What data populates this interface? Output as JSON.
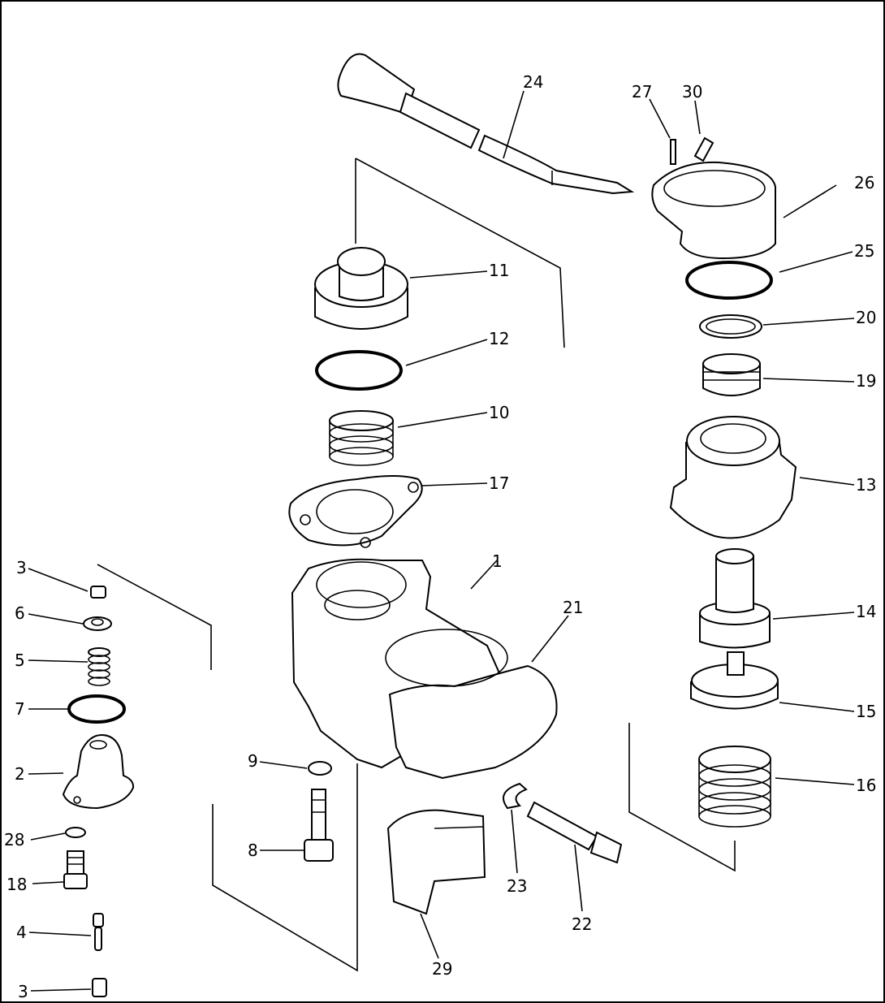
{
  "diagram": {
    "labels": {
      "p1": "1",
      "p2": "2",
      "p3a": "3",
      "p3b": "3",
      "p4": "4",
      "p5": "5",
      "p6": "6",
      "p7": "7",
      "p8": "8",
      "p9": "9",
      "p10": "10",
      "p11": "11",
      "p12": "12",
      "p13": "13",
      "p14": "14",
      "p15": "15",
      "p16": "16",
      "p17": "17",
      "p18": "18",
      "p19": "19",
      "p20": "20",
      "p21": "21",
      "p22": "22",
      "p23": "23",
      "p24": "24",
      "p25": "25",
      "p26": "26",
      "p27": "27",
      "p28": "28",
      "p29": "29",
      "p30": "30"
    }
  }
}
